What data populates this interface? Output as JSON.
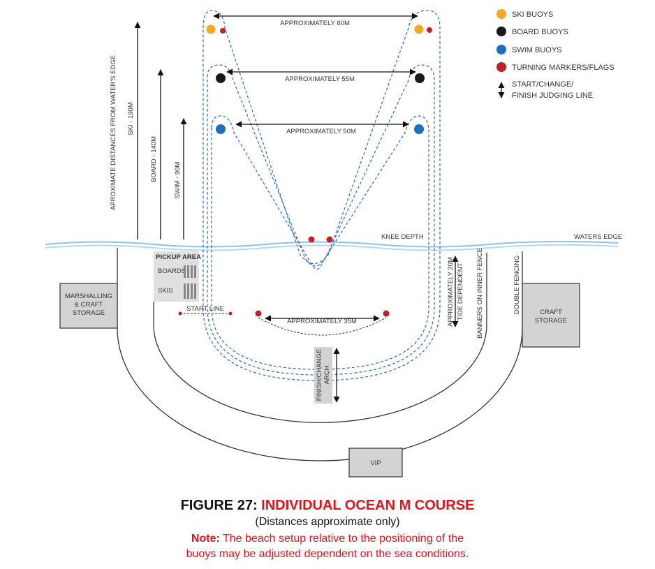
{
  "legend": [
    {
      "label": "SKI BUOYS",
      "color": "#f5a623"
    },
    {
      "label": "BOARD BUOYS",
      "color": "#1a1a1a"
    },
    {
      "label": "SWIM BUOYS",
      "color": "#1f6fbf"
    },
    {
      "label": "TURNING MARKERS/FLAGS",
      "color": "#c0202a"
    }
  ],
  "legend_line": [
    "START/CHANGE/",
    "FINISH JUDGING LINE"
  ],
  "distances": {
    "ski_width": "APPROXIMATELY 60M",
    "board_width": "APPROXIMATELY 55M",
    "swim_width": "APPROXIMATELY 50M",
    "marker_width": "APPROXIMATELY 35M",
    "from_edge_title": "APROXIMATE DISTANCES FROM WATER'S EDGE",
    "ski": "SKI - 190M",
    "board": "BOARD - 140M",
    "swim": "SWIM - 90M",
    "beach_line1": "APPROXIMATELY 20M",
    "beach_line2": "TIDE DEPENDENT"
  },
  "labels": {
    "knee_depth": "KNEE DEPTH",
    "waters_edge": "WATERS EDGE",
    "pickup_area": "PICKUP AREA",
    "boards": "BOARDS",
    "skis": "SKIS",
    "marshalling": [
      "MARSHALLING",
      "& CRAFT",
      "STORAGE"
    ],
    "craft_storage": [
      "CRAFT",
      "STORAGE"
    ],
    "start_line": "START LINE",
    "finish_arch": [
      "FINISH/CHANGE",
      "ARCH"
    ],
    "banners": "BANNERS ON INNER FENCE",
    "double_fencing": "DOUBLE FENCING",
    "vip": "VIP"
  },
  "caption": {
    "figure": "FIGURE 27: ",
    "title": "INDIVIDUAL OCEAN M COURSE",
    "subtitle": "(Distances approximate only)",
    "note_label": "Note:",
    "note_line1": " The beach setup relative to the positioning of the",
    "note_line2": "buoys may be adjusted dependent on the sea conditions."
  }
}
